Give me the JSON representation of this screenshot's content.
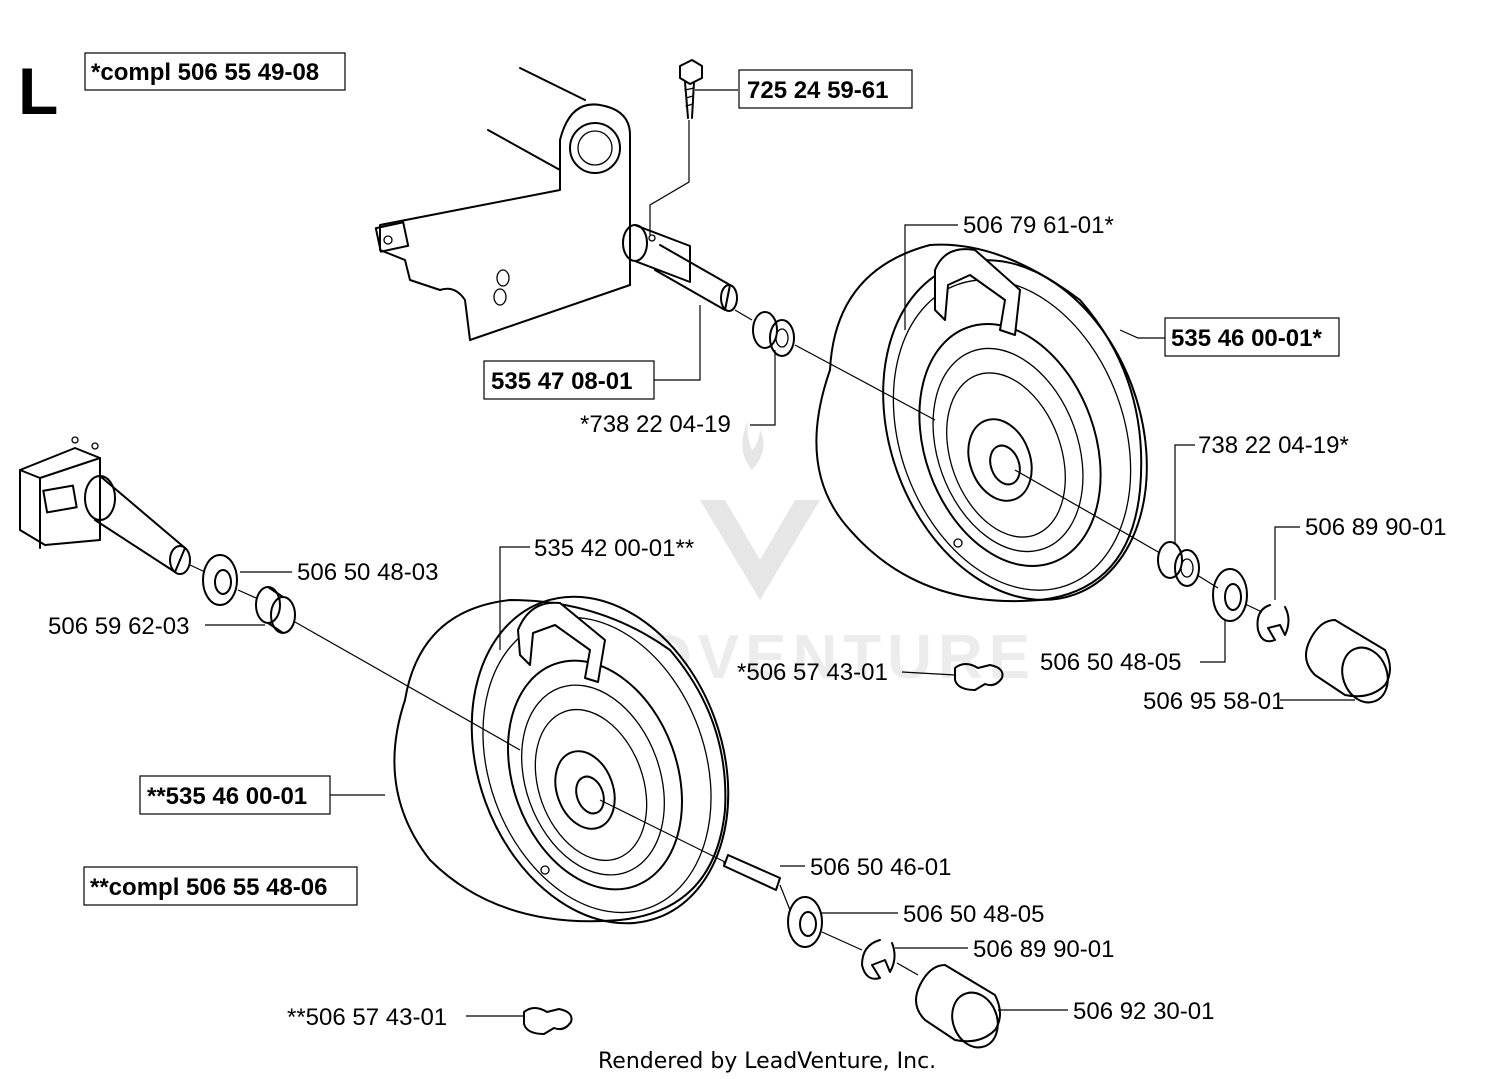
{
  "section_letter": "L",
  "assemblies": {
    "top_compl": "*compl 506 55 49-08",
    "bottom_compl": "**compl 506 55 48-06"
  },
  "callouts": {
    "bolt": "725 24 59-61",
    "axle_top": "535 47 08-01",
    "bearing_top_inner": "*738 22 04-19",
    "rim_top": "506 79 61-01*",
    "wheel_top": "535 46 00-01*",
    "bearing_top_outer": "738 22 04-19*",
    "clip_top": "506 89 90-01",
    "washer_top": "506 50 48-05",
    "cap_top": "506 95 58-01",
    "valve_top": "*506 57 43-01",
    "washer_left": "506 50 48-03",
    "spacer_left": "506 59 62-03",
    "rim_bottom": "535 42 00-01**",
    "wheel_bottom": "**535 46 00-01",
    "key_bottom": "506 50 46-01",
    "washer_bottom": "506 50 48-05",
    "clip_bottom": "506 89 90-01",
    "cap_bottom": "506 92 30-01",
    "valve_bottom": "**506 57 43-01"
  },
  "watermark_text": "LEADVENTURE",
  "footer": "Rendered by LeadVenture, Inc."
}
